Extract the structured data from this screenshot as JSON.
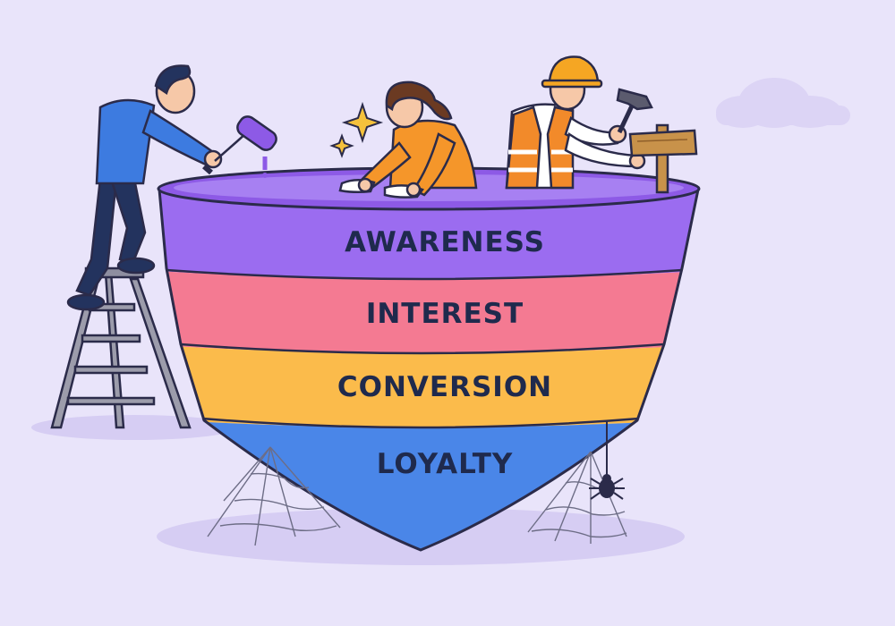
{
  "funnel": {
    "stages": [
      {
        "label": "AWARENESS",
        "color": "#9b6cf0"
      },
      {
        "label": "INTEREST",
        "color": "#f47a92"
      },
      {
        "label": "CONVERSION",
        "color": "#fbbb4b"
      },
      {
        "label": "LOYALTY",
        "color": "#4a86e8"
      }
    ],
    "rim_color": "#8d5ae6",
    "outline_color": "#2b2b4a"
  },
  "scene": {
    "background_color": "#e9e4fa",
    "workers": [
      {
        "role": "painter-with-roller",
        "shirt_color": "#3d7be0"
      },
      {
        "role": "cleaner-with-cloth",
        "shirt_color": "#f5962a"
      },
      {
        "role": "builder-with-hammer",
        "vest_color": "#f28a2a"
      }
    ],
    "decorations": [
      "ladder",
      "sparkles",
      "signpost",
      "cobwebs",
      "spider",
      "cloud"
    ]
  }
}
